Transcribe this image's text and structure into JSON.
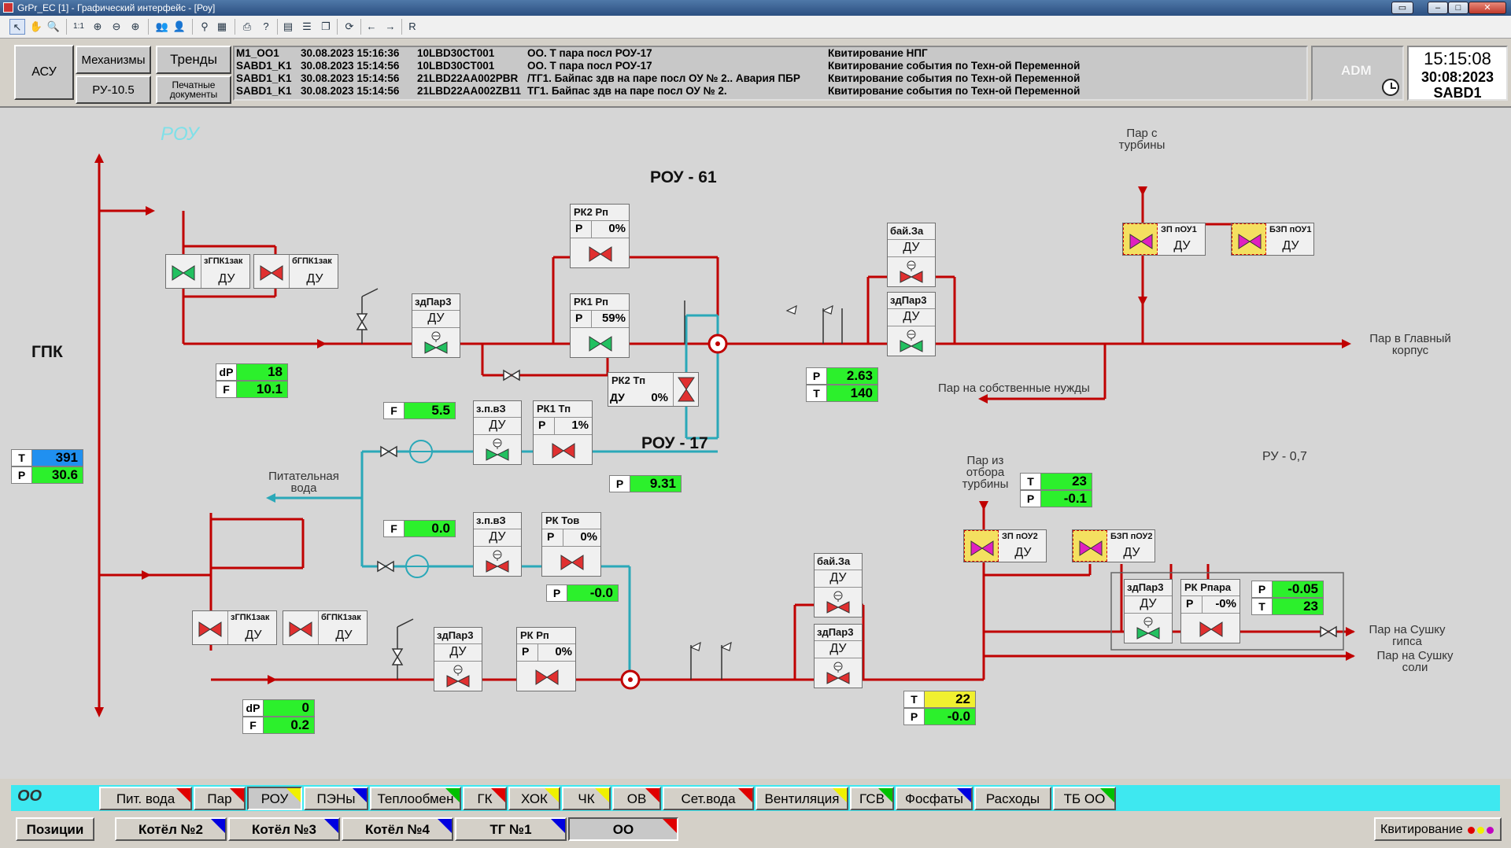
{
  "window": {
    "title": "GrPr_EC [1] - Графический интерфейс - [Роу]"
  },
  "toolbar": {
    "r_label": "R"
  },
  "header": {
    "asu": "АСУ",
    "mech": "Механизмы",
    "trends": "Тренды",
    "ru": "РУ-10.5",
    "print": "Печатные документы"
  },
  "alarms": [
    {
      "src": "M1_OO1",
      "time": "30.08.2023 15:16:36",
      "tag": "10LBD30CT001",
      "text": "ОО. Т пара посл РОУ-17",
      "ack": "Квитирование НПГ"
    },
    {
      "src": "SABD1_K1",
      "time": "30.08.2023 15:14:56",
      "tag": "10LBD30CT001",
      "text": "ОО. Т пара посл РОУ-17",
      "ack": "Квитирование события по Техн-ой Переменной"
    },
    {
      "src": "SABD1_K1",
      "time": "30.08.2023 15:14:56",
      "tag": "21LBD22AA002PBR",
      "text": "/ТГ1. Байпас здв на паре посл ОУ № 2.. Авария ПБР",
      "ack": "Квитирование события по Техн-ой Переменной"
    },
    {
      "src": "SABD1_K1",
      "time": "30.08.2023 15:14:56",
      "tag": "21LBD22AA002ZB11",
      "text": "ТГ1. Байпас здв на паре посл ОУ № 2.",
      "ack": "Квитирование события по Техн-ой Переменной"
    }
  ],
  "user": {
    "name": "ADM"
  },
  "clock": {
    "time": "15:15:08",
    "date": "30:08:2023",
    "station": "SABD1"
  },
  "mimic": {
    "rou_title": "РОУ",
    "rou61": "РОУ - 61",
    "rou17": "РОУ - 17",
    "gpk": "ГПК",
    "ru07": "РУ - 0,7",
    "feedwater": "Питательная вода",
    "steam_turbine": "Пар с турбины",
    "steam_main": "Пар в Главный корпус",
    "steam_own": "Пар на собственные нужды",
    "steam_extr": "Пар из отбора турбины",
    "steam_gypsum": "Пар на Сушку гипса",
    "steam_salt": "Пар на Сушку соли",
    "du": "ДУ"
  },
  "valves": {
    "zgpk1_top": "зГПК1зак",
    "bgpk1_top": "бГПК1зак",
    "zdpar3_a": "здПар3",
    "rk2rp": {
      "name": "РК2 Рп",
      "pl": "Р",
      "pv": "0%"
    },
    "rk1rp": {
      "name": "РК1 Рп",
      "pl": "Р",
      "pv": "59%"
    },
    "rk2tp": {
      "name": "РК2 Тп",
      "pl": "ДУ",
      "pv": "0%"
    },
    "rk1tp": {
      "name": "РК1 Тп",
      "pl": "Р",
      "pv": "1%"
    },
    "zpvz_a": "з.п.вЗ",
    "zpvz_b": "з.п.вЗ",
    "rktov": {
      "name": "РК Тов",
      "pl": "Р",
      "pv": "0%"
    },
    "bay_a": "бай.За",
    "zdpar3_b": "здПар3",
    "zp_poy1": "ЗП пОУ1",
    "bzp_poy1": "БЗП пОУ1",
    "zgpk1_bot": "зГПК1зак",
    "bgpk1_bot": "бГПК1зак",
    "zdpar3_c": "здПар3",
    "rkrp": {
      "name": "РК Рп",
      "pl": "Р",
      "pv": "0%"
    },
    "bay_b": "бай.За",
    "zdpar3_d": "здПар3",
    "zp_poy2": "ЗП пОУ2",
    "bzp_poy2": "БЗП пОУ2",
    "zdpar3_e": "здПар3",
    "rkrpara": {
      "name": "РК Рпара",
      "pl": "Р",
      "pv": "-0%"
    }
  },
  "measurements": {
    "gpk": [
      {
        "k": "Т",
        "v": "391",
        "c": "blue"
      },
      {
        "k": "Р",
        "v": "30.6",
        "c": "green"
      }
    ],
    "dp_top": [
      {
        "k": "dP",
        "v": "18",
        "c": "green"
      },
      {
        "k": "F",
        "v": "10.1",
        "c": "green"
      }
    ],
    "pt61": [
      {
        "k": "Р",
        "v": "2.63",
        "c": "green"
      },
      {
        "k": "Т",
        "v": "140",
        "c": "green"
      }
    ],
    "f_top": [
      {
        "k": "F",
        "v": "5.5",
        "c": "green"
      }
    ],
    "p931": [
      {
        "k": "Р",
        "v": "9.31",
        "c": "green"
      }
    ],
    "f_bot": [
      {
        "k": "F",
        "v": "0.0",
        "c": "green"
      }
    ],
    "p_rou17": [
      {
        "k": "Р",
        "v": "-0.0",
        "c": "green"
      }
    ],
    "tp_extr": [
      {
        "k": "Т",
        "v": "23",
        "c": "green"
      },
      {
        "k": "Р",
        "v": "-0.1",
        "c": "green"
      }
    ],
    "ru07": [
      {
        "k": "Р",
        "v": "-0.05",
        "c": "green"
      },
      {
        "k": "Т",
        "v": "23",
        "c": "green"
      }
    ],
    "dp_bot": [
      {
        "k": "dP",
        "v": "0",
        "c": "green"
      },
      {
        "k": "F",
        "v": "0.2",
        "c": "green"
      }
    ],
    "tp_out": [
      {
        "k": "Т",
        "v": "22",
        "c": "yellow"
      },
      {
        "k": "Р",
        "v": "-0.0",
        "c": "green"
      }
    ]
  },
  "nav": {
    "section": "ОО",
    "tabs": [
      {
        "label": "Пит. вода",
        "color": "#e00000"
      },
      {
        "label": "Пар",
        "color": "#e00000"
      },
      {
        "label": "РОУ",
        "color": "#f0f000"
      },
      {
        "label": "ПЭНы",
        "color": "#0000e0"
      },
      {
        "label": "Теплообмен",
        "color": "#00c000"
      },
      {
        "label": "ГК",
        "color": "#e00000"
      },
      {
        "label": "ХОК",
        "color": "#f0f000"
      },
      {
        "label": "ЧК",
        "color": "#f0f000"
      },
      {
        "label": "ОВ",
        "color": "#e00000"
      },
      {
        "label": "Сет.вода",
        "color": "#e00000"
      },
      {
        "label": "Вентиляция",
        "color": "#f0f000"
      },
      {
        "label": "ГСВ",
        "color": "#00c000"
      },
      {
        "label": "Фосфаты",
        "color": "#0000e0"
      },
      {
        "label": "Расходы",
        "color": ""
      },
      {
        "label": "ТБ ОО",
        "color": "#00c000"
      }
    ]
  },
  "bottom": {
    "positions": "Позиции",
    "tabs": [
      {
        "label": "Котёл №2",
        "color": "#0000e0"
      },
      {
        "label": "Котёл №3",
        "color": "#0000e0"
      },
      {
        "label": "Котёл №4",
        "color": "#0000e0"
      },
      {
        "label": "ТГ №1",
        "color": "#0000e0"
      },
      {
        "label": "ОО",
        "color": "#e00000"
      }
    ],
    "ack": "Квитирование"
  }
}
